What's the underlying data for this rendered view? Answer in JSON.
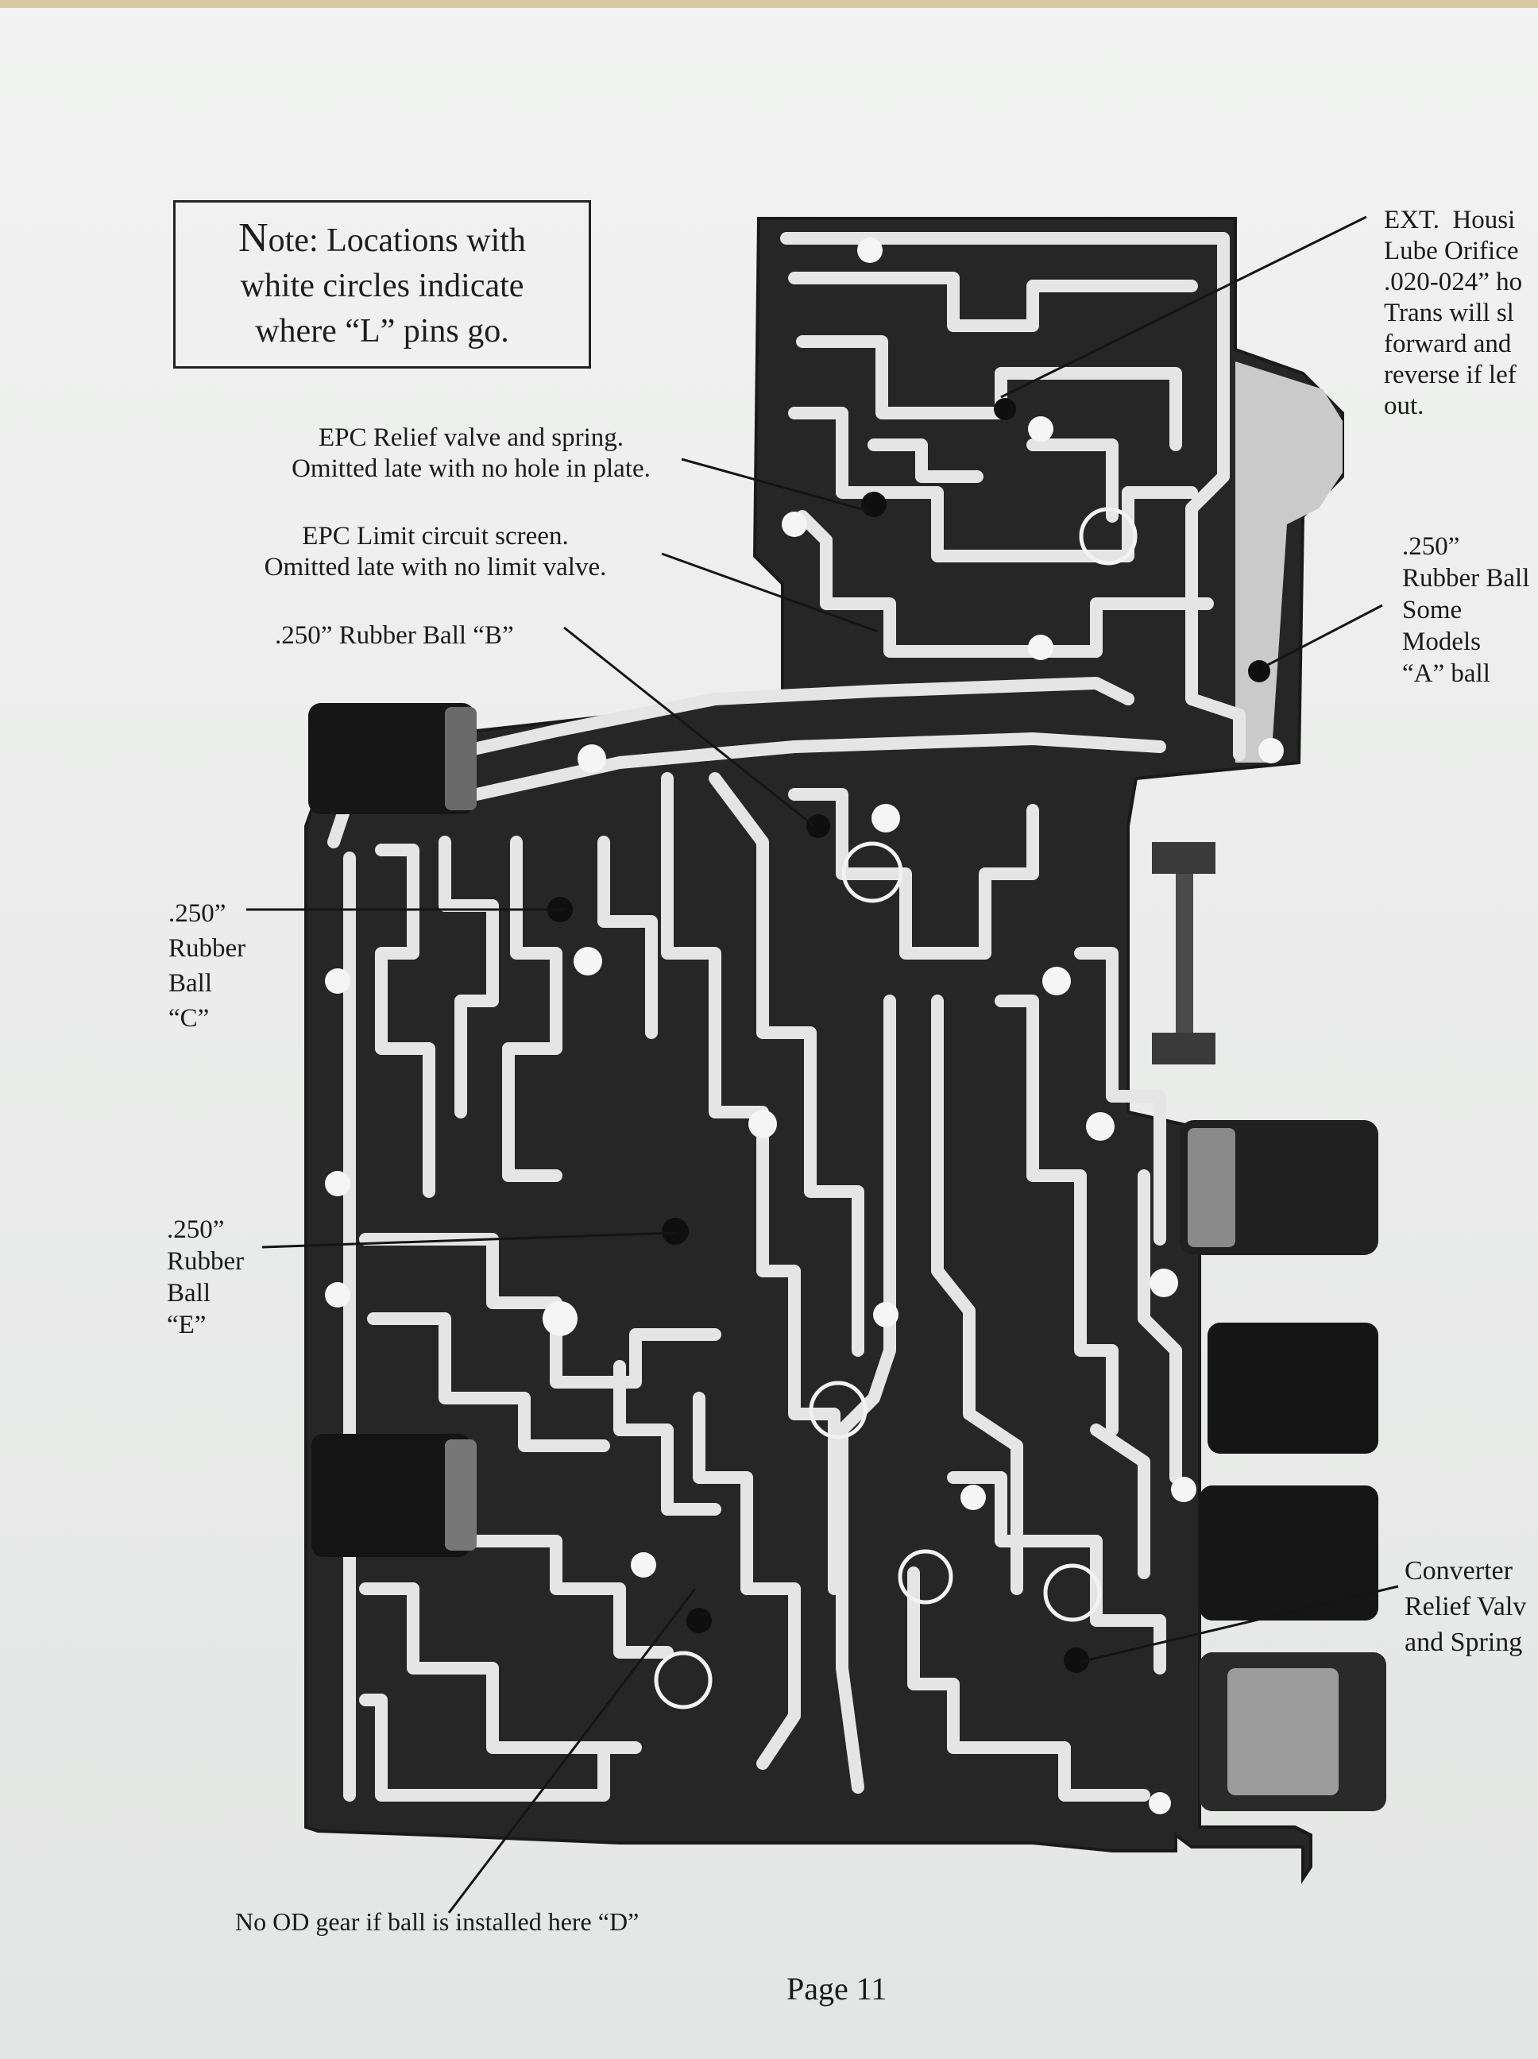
{
  "note": {
    "line1_first": "N",
    "line1_rest": "ote: Locations with",
    "line2": "white circles indicate",
    "line3": "where “L” pins go."
  },
  "labels": {
    "ext_housing": "EXT.  Housi\nLube Orifice\n.020-024” ho\nTrans will sl\nforward and\nreverse if lef\nout.",
    "epc_relief": "EPC Relief valve and spring.\nOmitted late with no hole in plate.",
    "epc_limit": "EPC Limit circuit screen.\nOmitted late with no limit valve.",
    "ball_b": ".250” Rubber Ball “B”",
    "ball_a": ".250”\nRubber Ball\nSome\nModels\n“A” ball",
    "ball_c": ".250”\nRubber\nBall\n“C”",
    "ball_e": ".250”\nRubber\nBall\n“E”",
    "converter": "Converter\nRelief Valv\nand Spring",
    "no_od": "No OD gear if ball is installed here “D”"
  },
  "page_label": "Page 11",
  "colors": {
    "body": "#2a2a2a",
    "channel": "#e6e7e6",
    "ink": "#1a1a1a"
  }
}
